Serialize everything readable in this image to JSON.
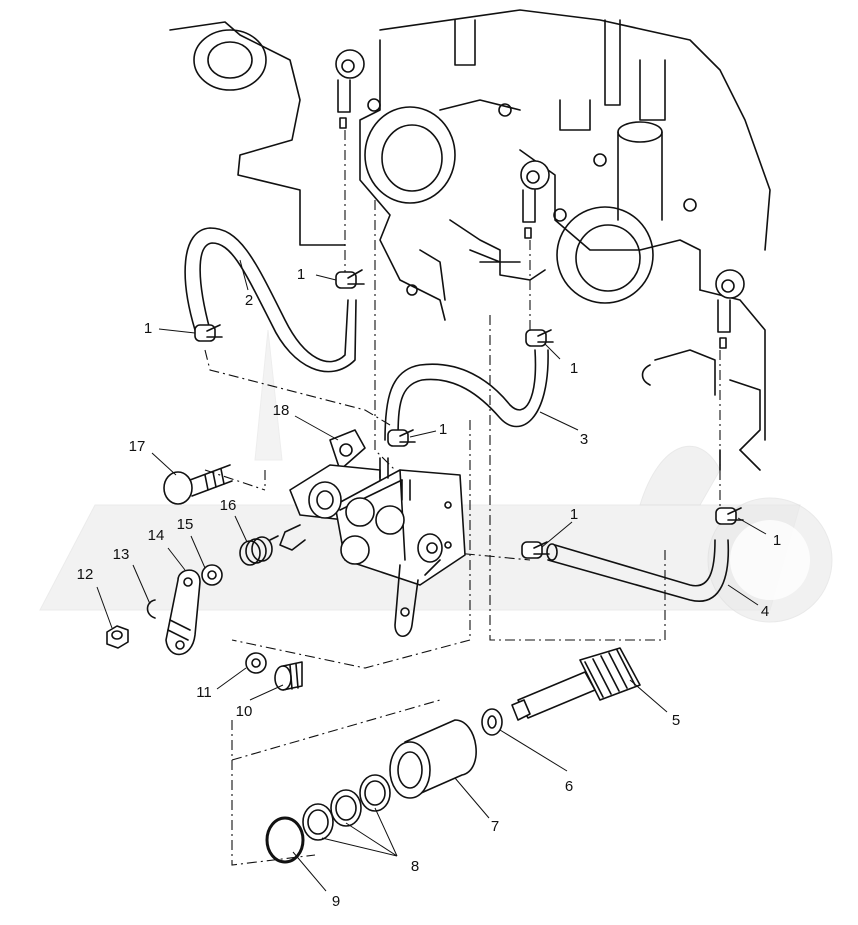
{
  "callouts": [
    {
      "id": "c1a",
      "label": "1"
    },
    {
      "id": "c1b",
      "label": "1"
    },
    {
      "id": "c1c",
      "label": "1"
    },
    {
      "id": "c1d",
      "label": "1"
    },
    {
      "id": "c1e",
      "label": "1"
    },
    {
      "id": "c1f",
      "label": "1"
    },
    {
      "id": "c2",
      "label": "2"
    },
    {
      "id": "c3",
      "label": "3"
    },
    {
      "id": "c4",
      "label": "4"
    },
    {
      "id": "c5",
      "label": "5"
    },
    {
      "id": "c6",
      "label": "6"
    },
    {
      "id": "c7",
      "label": "7"
    },
    {
      "id": "c8",
      "label": "8"
    },
    {
      "id": "c9",
      "label": "9"
    },
    {
      "id": "c10",
      "label": "10"
    },
    {
      "id": "c11",
      "label": "11"
    },
    {
      "id": "c12",
      "label": "12"
    },
    {
      "id": "c13",
      "label": "13"
    },
    {
      "id": "c14",
      "label": "14"
    },
    {
      "id": "c15",
      "label": "15"
    },
    {
      "id": "c16",
      "label": "16"
    },
    {
      "id": "c17",
      "label": "17"
    },
    {
      "id": "c18",
      "label": "18"
    }
  ]
}
